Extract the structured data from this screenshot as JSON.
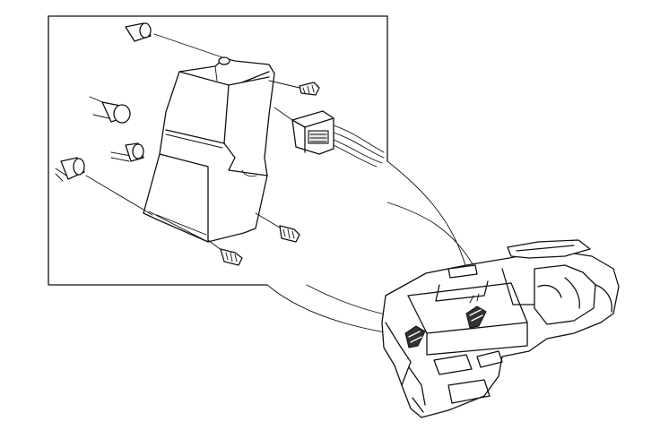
{
  "figure": {
    "line_color": "#111111",
    "background": "#ffffff",
    "parts": [
      {
        "name": "module-unit",
        "kind": "control module"
      },
      {
        "name": "connector",
        "kind": "wire harness connector"
      },
      {
        "name": "screws",
        "count": 4
      },
      {
        "name": "bushings",
        "count": 4
      },
      {
        "name": "heater-unit",
        "kind": "heater / AC unit assembly"
      }
    ]
  }
}
